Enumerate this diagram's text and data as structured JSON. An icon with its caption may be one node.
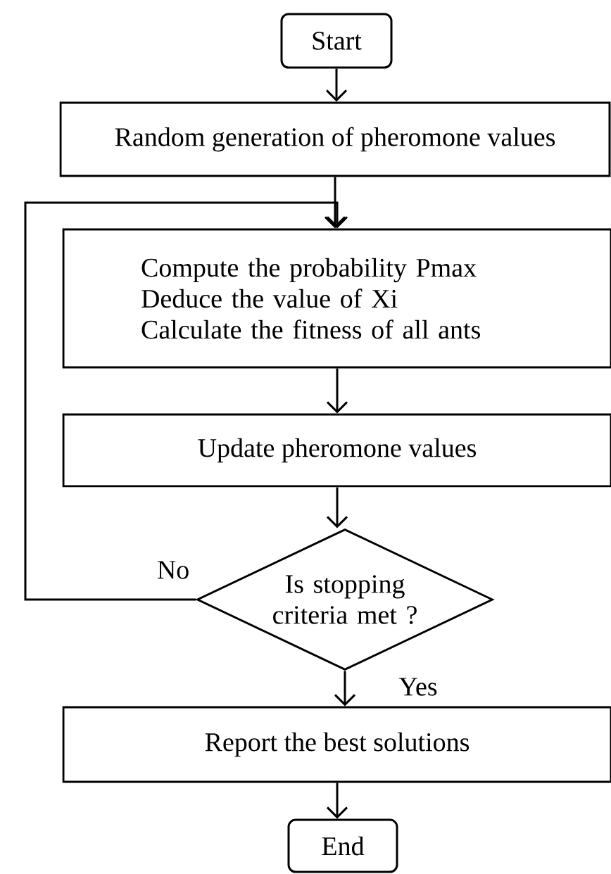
{
  "diagram": {
    "nodes": [
      {
        "text": [
          "Start"
        ]
      },
      {
        "text": [
          "Random generation of pheromone values"
        ]
      },
      {
        "text": [
          "Compute the probability Pmax",
          "Deduce the value of Xi",
          "Calculate the fitness of all ants"
        ]
      },
      {
        "text": [
          "Update pheromone values"
        ]
      },
      {
        "text": [
          "Is stopping criteria met ?"
        ]
      },
      {
        "text": [
          "Report the best solutions"
        ]
      },
      {
        "text": [
          "End"
        ]
      }
    ],
    "edges": [
      {
        "from": 0,
        "to": 1,
        "arrow": "to"
      },
      {
        "from": 1,
        "to": 2,
        "arrow": "to"
      },
      {
        "from": 2,
        "to": 3,
        "arrow": "to"
      },
      {
        "from": 3,
        "to": 4,
        "arrow": "to"
      },
      {
        "from": 4,
        "to": 2,
        "arrow": "to",
        "label": "No"
      },
      {
        "from": 4,
        "to": 5,
        "arrow": "to",
        "label": "Yes"
      },
      {
        "from": 5,
        "to": 6,
        "arrow": "to"
      }
    ]
  }
}
